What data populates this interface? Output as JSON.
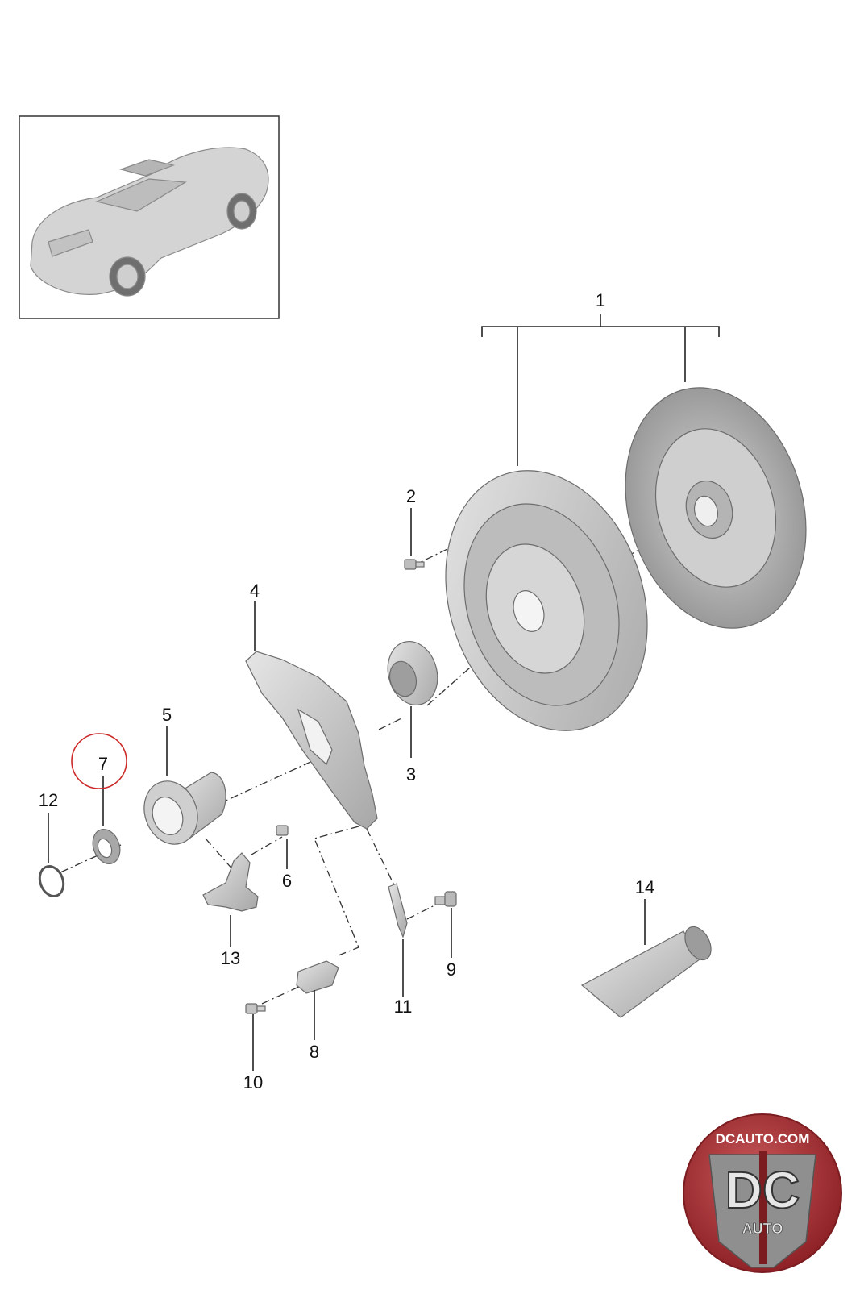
{
  "callouts": [
    {
      "id": "1",
      "label": "1"
    },
    {
      "id": "2",
      "label": "2"
    },
    {
      "id": "3",
      "label": "3"
    },
    {
      "id": "4",
      "label": "4"
    },
    {
      "id": "5",
      "label": "5"
    },
    {
      "id": "6",
      "label": "6"
    },
    {
      "id": "7",
      "label": "7"
    },
    {
      "id": "8",
      "label": "8"
    },
    {
      "id": "9",
      "label": "9"
    },
    {
      "id": "10",
      "label": "10"
    },
    {
      "id": "11",
      "label": "11"
    },
    {
      "id": "12",
      "label": "12"
    },
    {
      "id": "13",
      "label": "13"
    },
    {
      "id": "14",
      "label": "14"
    }
  ],
  "highlighted_callout": "7",
  "colors": {
    "highlight_circle": "#cc2a2a",
    "part_fill": "#c9c9c9",
    "part_dark": "#8e8e8e",
    "logo_red": "#a6262b"
  },
  "watermark": {
    "site": "DCAUTO.COM",
    "brand": "DC",
    "sub": "AUTO"
  }
}
